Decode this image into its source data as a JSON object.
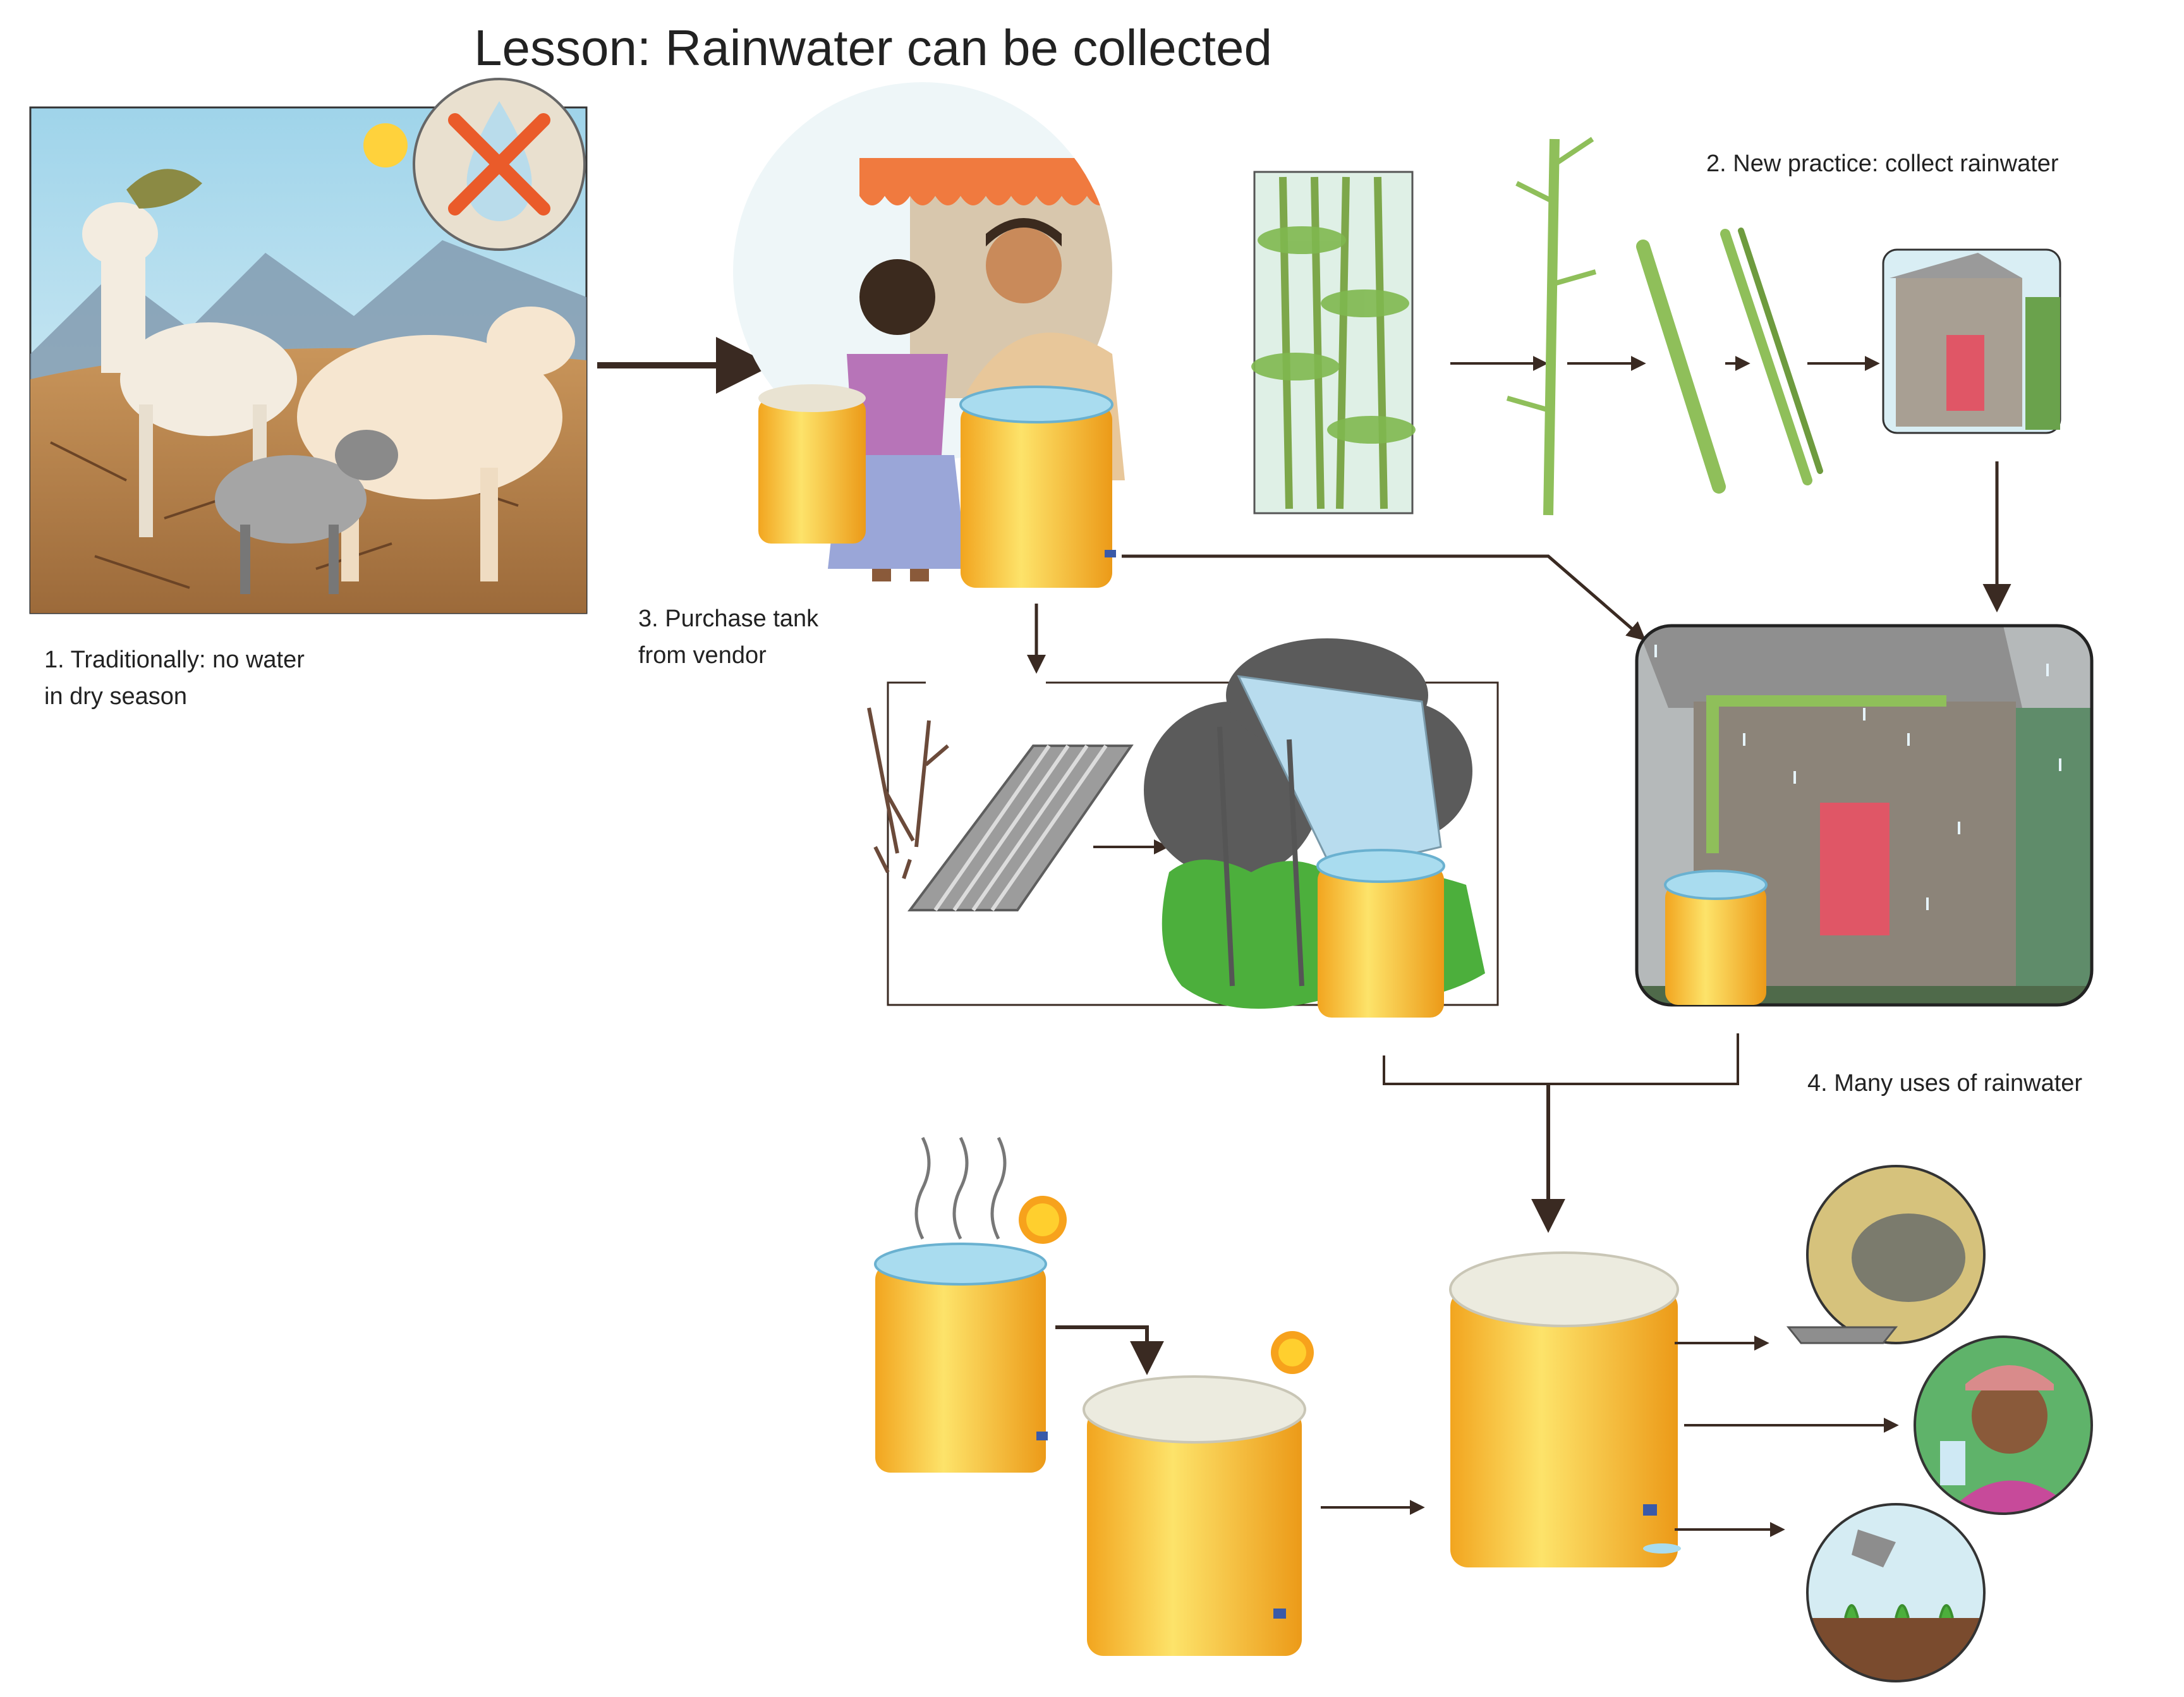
{
  "title": "Lesson: Rainwater can be collected",
  "steps": [
    {
      "id": "step1",
      "caption_line1": "1. Traditionally: no water",
      "caption_line2": "in dry season"
    },
    {
      "id": "step2",
      "caption_line1": "2. New practice: collect rainwater",
      "caption_line2": ""
    },
    {
      "id": "step3",
      "caption_line1": "3. Purchase tank",
      "caption_line2": "from vendor"
    },
    {
      "id": "step4",
      "caption_line1": "4. Many uses of rainwater",
      "caption_line2": ""
    }
  ],
  "colors": {
    "arrow": "#3a2a22",
    "tank": "#f7c12e",
    "tank_dark": "#e79a1a",
    "water": "#a9dcef",
    "grass": "#4caf3c",
    "sky": "#bfe3f0",
    "cloud": "#5b5b5b",
    "bamboo": "#8fbf5a",
    "stone": "#8c8479"
  }
}
